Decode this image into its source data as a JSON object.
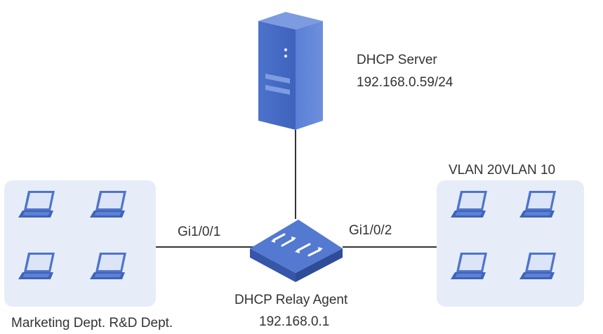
{
  "server": {
    "title": "DHCP Server",
    "ip": "192.168.0.59/24",
    "icon": "server-icon"
  },
  "relay": {
    "title": "DHCP Relay Agent",
    "ip": "192.168.0.1",
    "icon": "switch-icon"
  },
  "ports": {
    "left": "Gi1/0/1",
    "right": "Gi1/0/2"
  },
  "left_group": {
    "caption": "Marketing Dept. R&D Dept.",
    "icon": "laptop-icon"
  },
  "right_group": {
    "caption": "VLAN 20VLAN 10",
    "icon": "laptop-icon"
  },
  "colors": {
    "device_blue": "#4a6fc9",
    "device_dark": "#3656a8",
    "group_fill": "#e6edf9",
    "laptop_blue": "#5a7fd1",
    "line": "#333333",
    "text": "#333333"
  }
}
